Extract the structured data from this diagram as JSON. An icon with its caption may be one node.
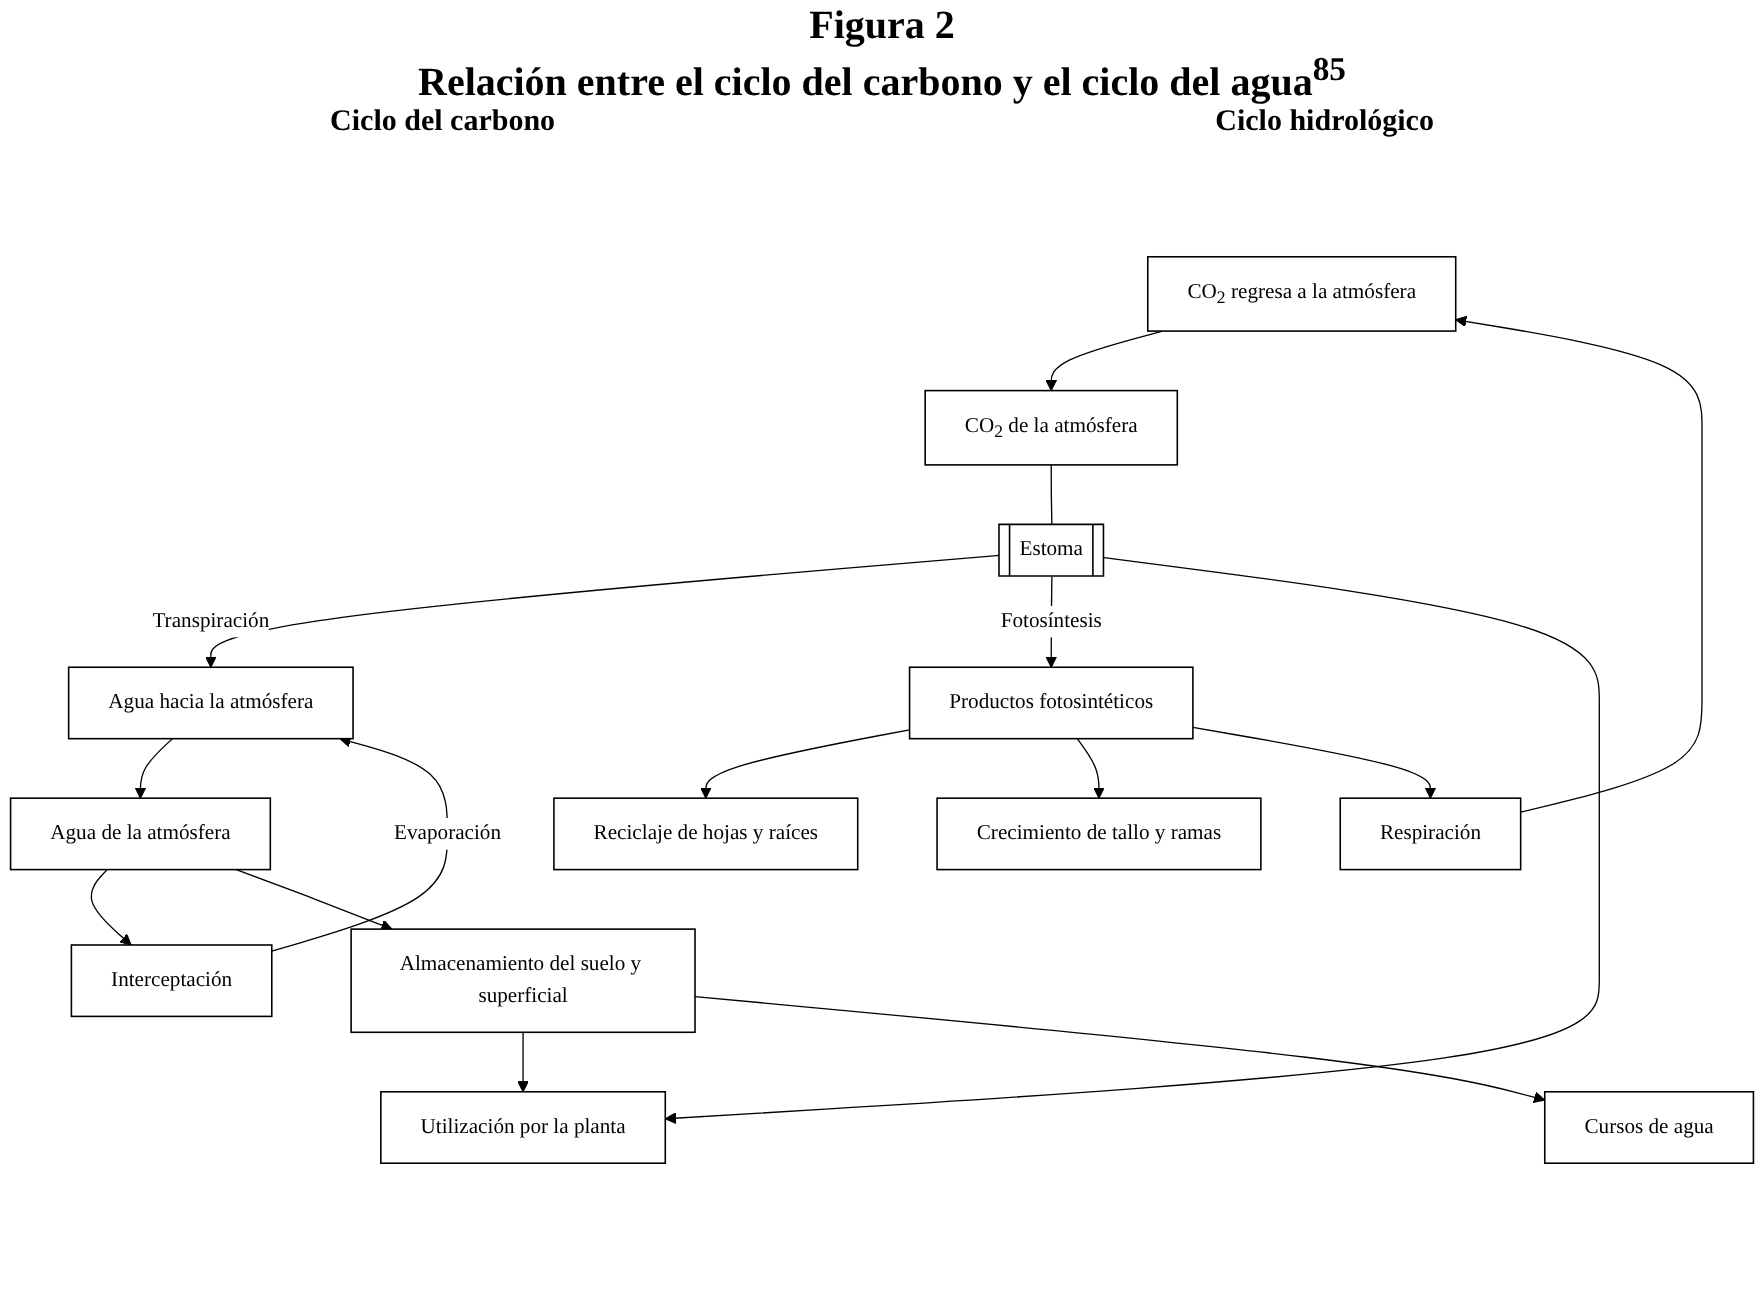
{
  "diagram": {
    "title": "Figura 2",
    "nodes": [
      {
        "text": [
          "CO$_{2}$ regresa a la atmósfera"
        ]
      },
      {
        "text": [
          "CO$_{2}$ de la atmósfera"
        ]
      },
      {
        "text": [
          "Agua hacia la atmósfera"
        ]
      },
      {
        "text": [
          "Agua de la atmósfera"
        ]
      },
      {
        "text": [
          "Estoma"
        ]
      },
      {
        "text": [
          "Interceptación"
        ]
      },
      {
        "text": [
          "Respiración"
        ]
      },
      {
        "text": [
          "Productos fotosintéticos"
        ]
      },
      {
        "text": [
          "Utilización por la planta"
        ]
      },
      {
        "text": [
          "Reciclaje de hojas y raíces"
        ]
      },
      {
        "text": [
          "Crecimiento de tallo y ramas"
        ]
      },
      {
        "text": [
          "Cursos de agua"
        ]
      },
      {
        "text": [
          "Almacenamiento del suelo y superficial"
        ]
      }
    ],
    "edges": [
      {
        "from": 0,
        "to": 1,
        "arrow": "to"
      },
      {
        "from": 2,
        "to": 3,
        "arrow": "to"
      },
      {
        "from": 1,
        "to": 4,
        "arrow": "none"
      },
      {
        "from": 4,
        "to": 2,
        "arrow": "to",
        "label": "Transpiración"
      },
      {
        "from": 5,
        "to": 2,
        "arrow": "to",
        "label": "Evaporación"
      },
      {
        "from": 3,
        "to": 5,
        "arrow": "to"
      },
      {
        "from": 3,
        "to": 12,
        "arrow": "to"
      },
      {
        "from": 4,
        "to": 7,
        "arrow": "to",
        "label": "Fotosíntesis"
      },
      {
        "from": 4,
        "to": 8,
        "arrow": "to"
      },
      {
        "from": 7,
        "to": 9,
        "arrow": "to"
      },
      {
        "from": 7,
        "to": 10,
        "arrow": "to"
      },
      {
        "from": 7,
        "to": 6,
        "arrow": "to"
      },
      {
        "from": 6,
        "to": 0,
        "arrow": "to"
      },
      {
        "from": 12,
        "to": 8,
        "arrow": "to"
      },
      {
        "from": 12,
        "to": 11,
        "arrow": "to"
      }
    ],
    "labels": [
      "Relación entre el ciclo del carbono y el ciclo del agua$^{85}$",
      "Ciclo del carbono",
      "Ciclo hidrológico"
    ]
  }
}
